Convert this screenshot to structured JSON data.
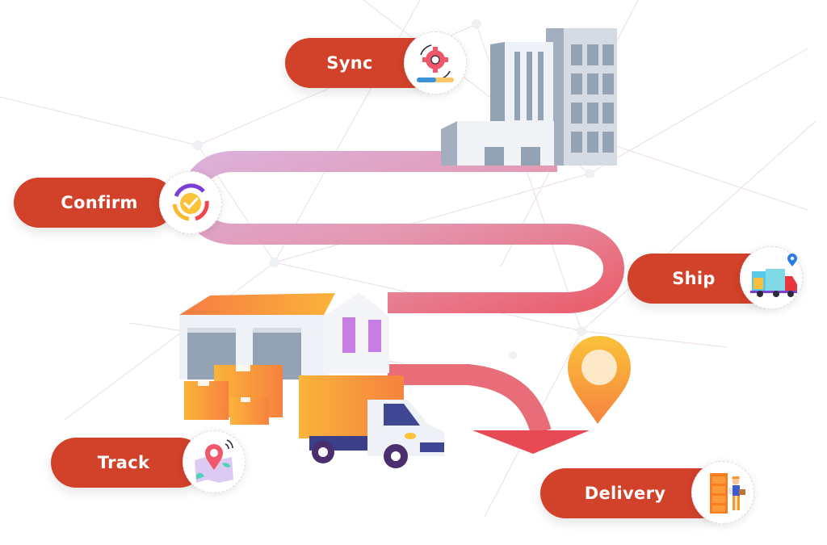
{
  "diagram": {
    "type": "process-flow",
    "steps": [
      {
        "label": "Sync",
        "icon": "sync-gear-icon"
      },
      {
        "label": "Confirm",
        "icon": "confirm-check-cycle-icon"
      },
      {
        "label": "Ship",
        "icon": "shipping-truck-icon"
      },
      {
        "label": "Track",
        "icon": "map-tracking-icon"
      },
      {
        "label": "Delivery",
        "icon": "delivery-person-door-icon"
      }
    ],
    "illustrations": [
      "office-building",
      "warehouse",
      "parcel-boxes",
      "delivery-truck",
      "location-pin",
      "route-arrow"
    ],
    "colors": {
      "pill": "#d2412a",
      "pill_text": "#ffffff",
      "route_start": "#dcaed9",
      "route_end": "#e8566a",
      "arrow_head": "#e84a55",
      "building": "#cfd6e0",
      "building_window": "#94a3b4",
      "roof": "#f7a93a",
      "box": "#f9a335",
      "pin": "#f9b234"
    }
  }
}
